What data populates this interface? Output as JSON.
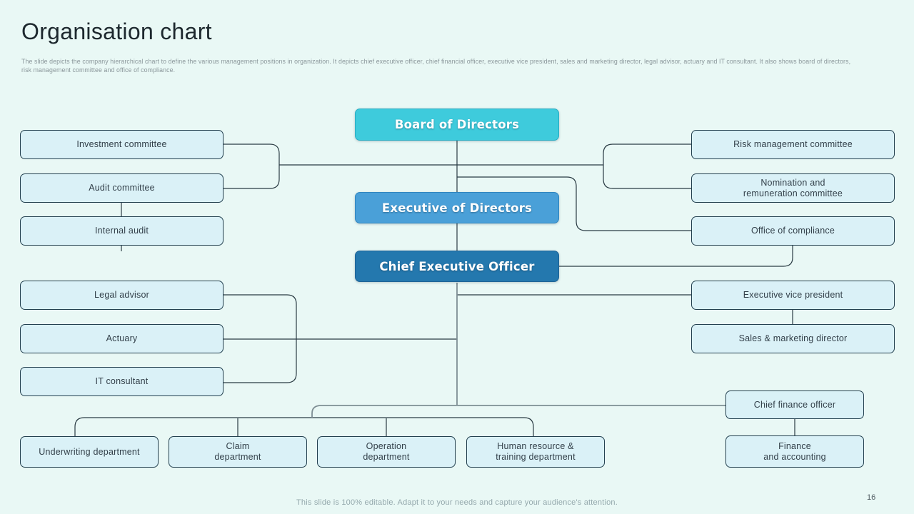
{
  "slide": {
    "title": "Organisation chart",
    "description": "The slide depicts the company hierarchical chart to define the various management positions in organization. It depicts chief executive officer, chief financial officer, executive vice president, sales and marketing director, legal advisor, actuary and IT consultant. It also shows board of directors,\nrisk management committee and office of compliance.",
    "footer": "This slide is 100% editable. Adapt it to your needs and capture your audience's attention.",
    "page_number": "16"
  },
  "colors": {
    "background": "#e9f8f5",
    "node_fill": "#daf1f7",
    "node_border": "#23404f",
    "board_fill": "#3ecbdc",
    "executive_fill": "#4aa0d8",
    "ceo_fill": "#2478ae",
    "connector_dark": "#2a3b43",
    "connector_gray": "#7e8e94"
  },
  "nodes": {
    "center": [
      {
        "label": "Board of Directors"
      },
      {
        "label": "Executive of Directors"
      },
      {
        "label": "Chief Executive Officer"
      }
    ],
    "left": [
      {
        "label": "Investment committee"
      },
      {
        "label": "Audit committee"
      },
      {
        "label": "Internal audit"
      },
      {
        "label": "Legal advisor"
      },
      {
        "label": "Actuary"
      },
      {
        "label": "IT consultant"
      }
    ],
    "right": [
      {
        "label": "Risk management committee"
      },
      {
        "label": "Nomination and\nremuneration committee"
      },
      {
        "label": "Office of compliance"
      },
      {
        "label": "Executive vice president"
      },
      {
        "label": "Sales & marketing director"
      }
    ],
    "finance": [
      {
        "label": "Chief finance officer"
      },
      {
        "label": "Finance\nand accounting"
      }
    ],
    "departments": [
      {
        "label": "Underwriting department"
      },
      {
        "label": "Claim\ndepartment"
      },
      {
        "label": "Operation\ndepartment"
      },
      {
        "label": "Human resource &\ntraining department"
      }
    ]
  }
}
